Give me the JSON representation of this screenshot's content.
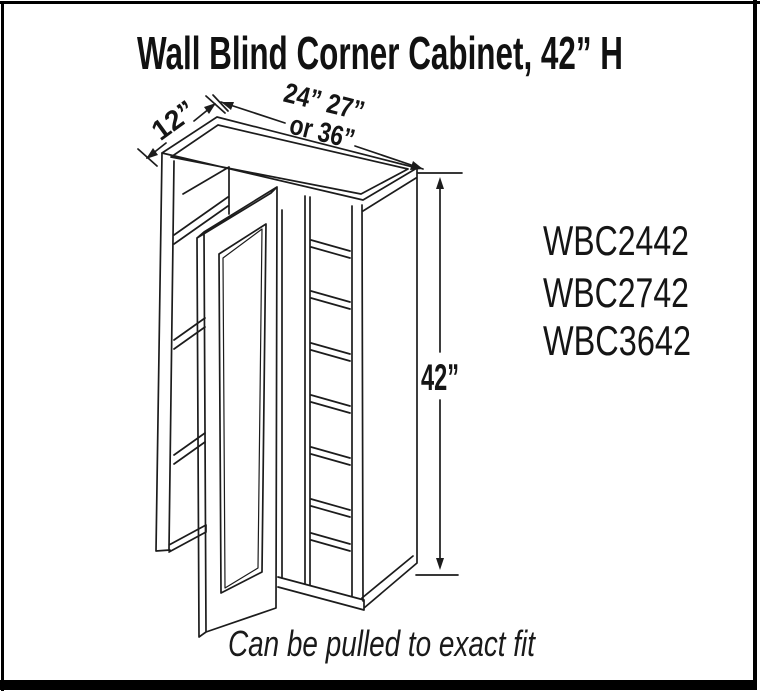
{
  "title": "Wall Blind Corner Cabinet, 42” H",
  "dimensions": {
    "depth_label": "12”",
    "width_label_line1": "24” 27”",
    "width_label_line2": "or 36”",
    "height_label": "42”"
  },
  "model_numbers": [
    "WBC2442",
    "WBC2742",
    "WBC3642"
  ],
  "caption": "Can be pulled to exact fit",
  "drawing": {
    "subject": "wall-blind-corner-cabinet-isometric-line-drawing",
    "stroke_color": "#1c1c1c"
  },
  "colors": {
    "background": "#ffffff",
    "border": "#000000",
    "text": "#111111"
  }
}
